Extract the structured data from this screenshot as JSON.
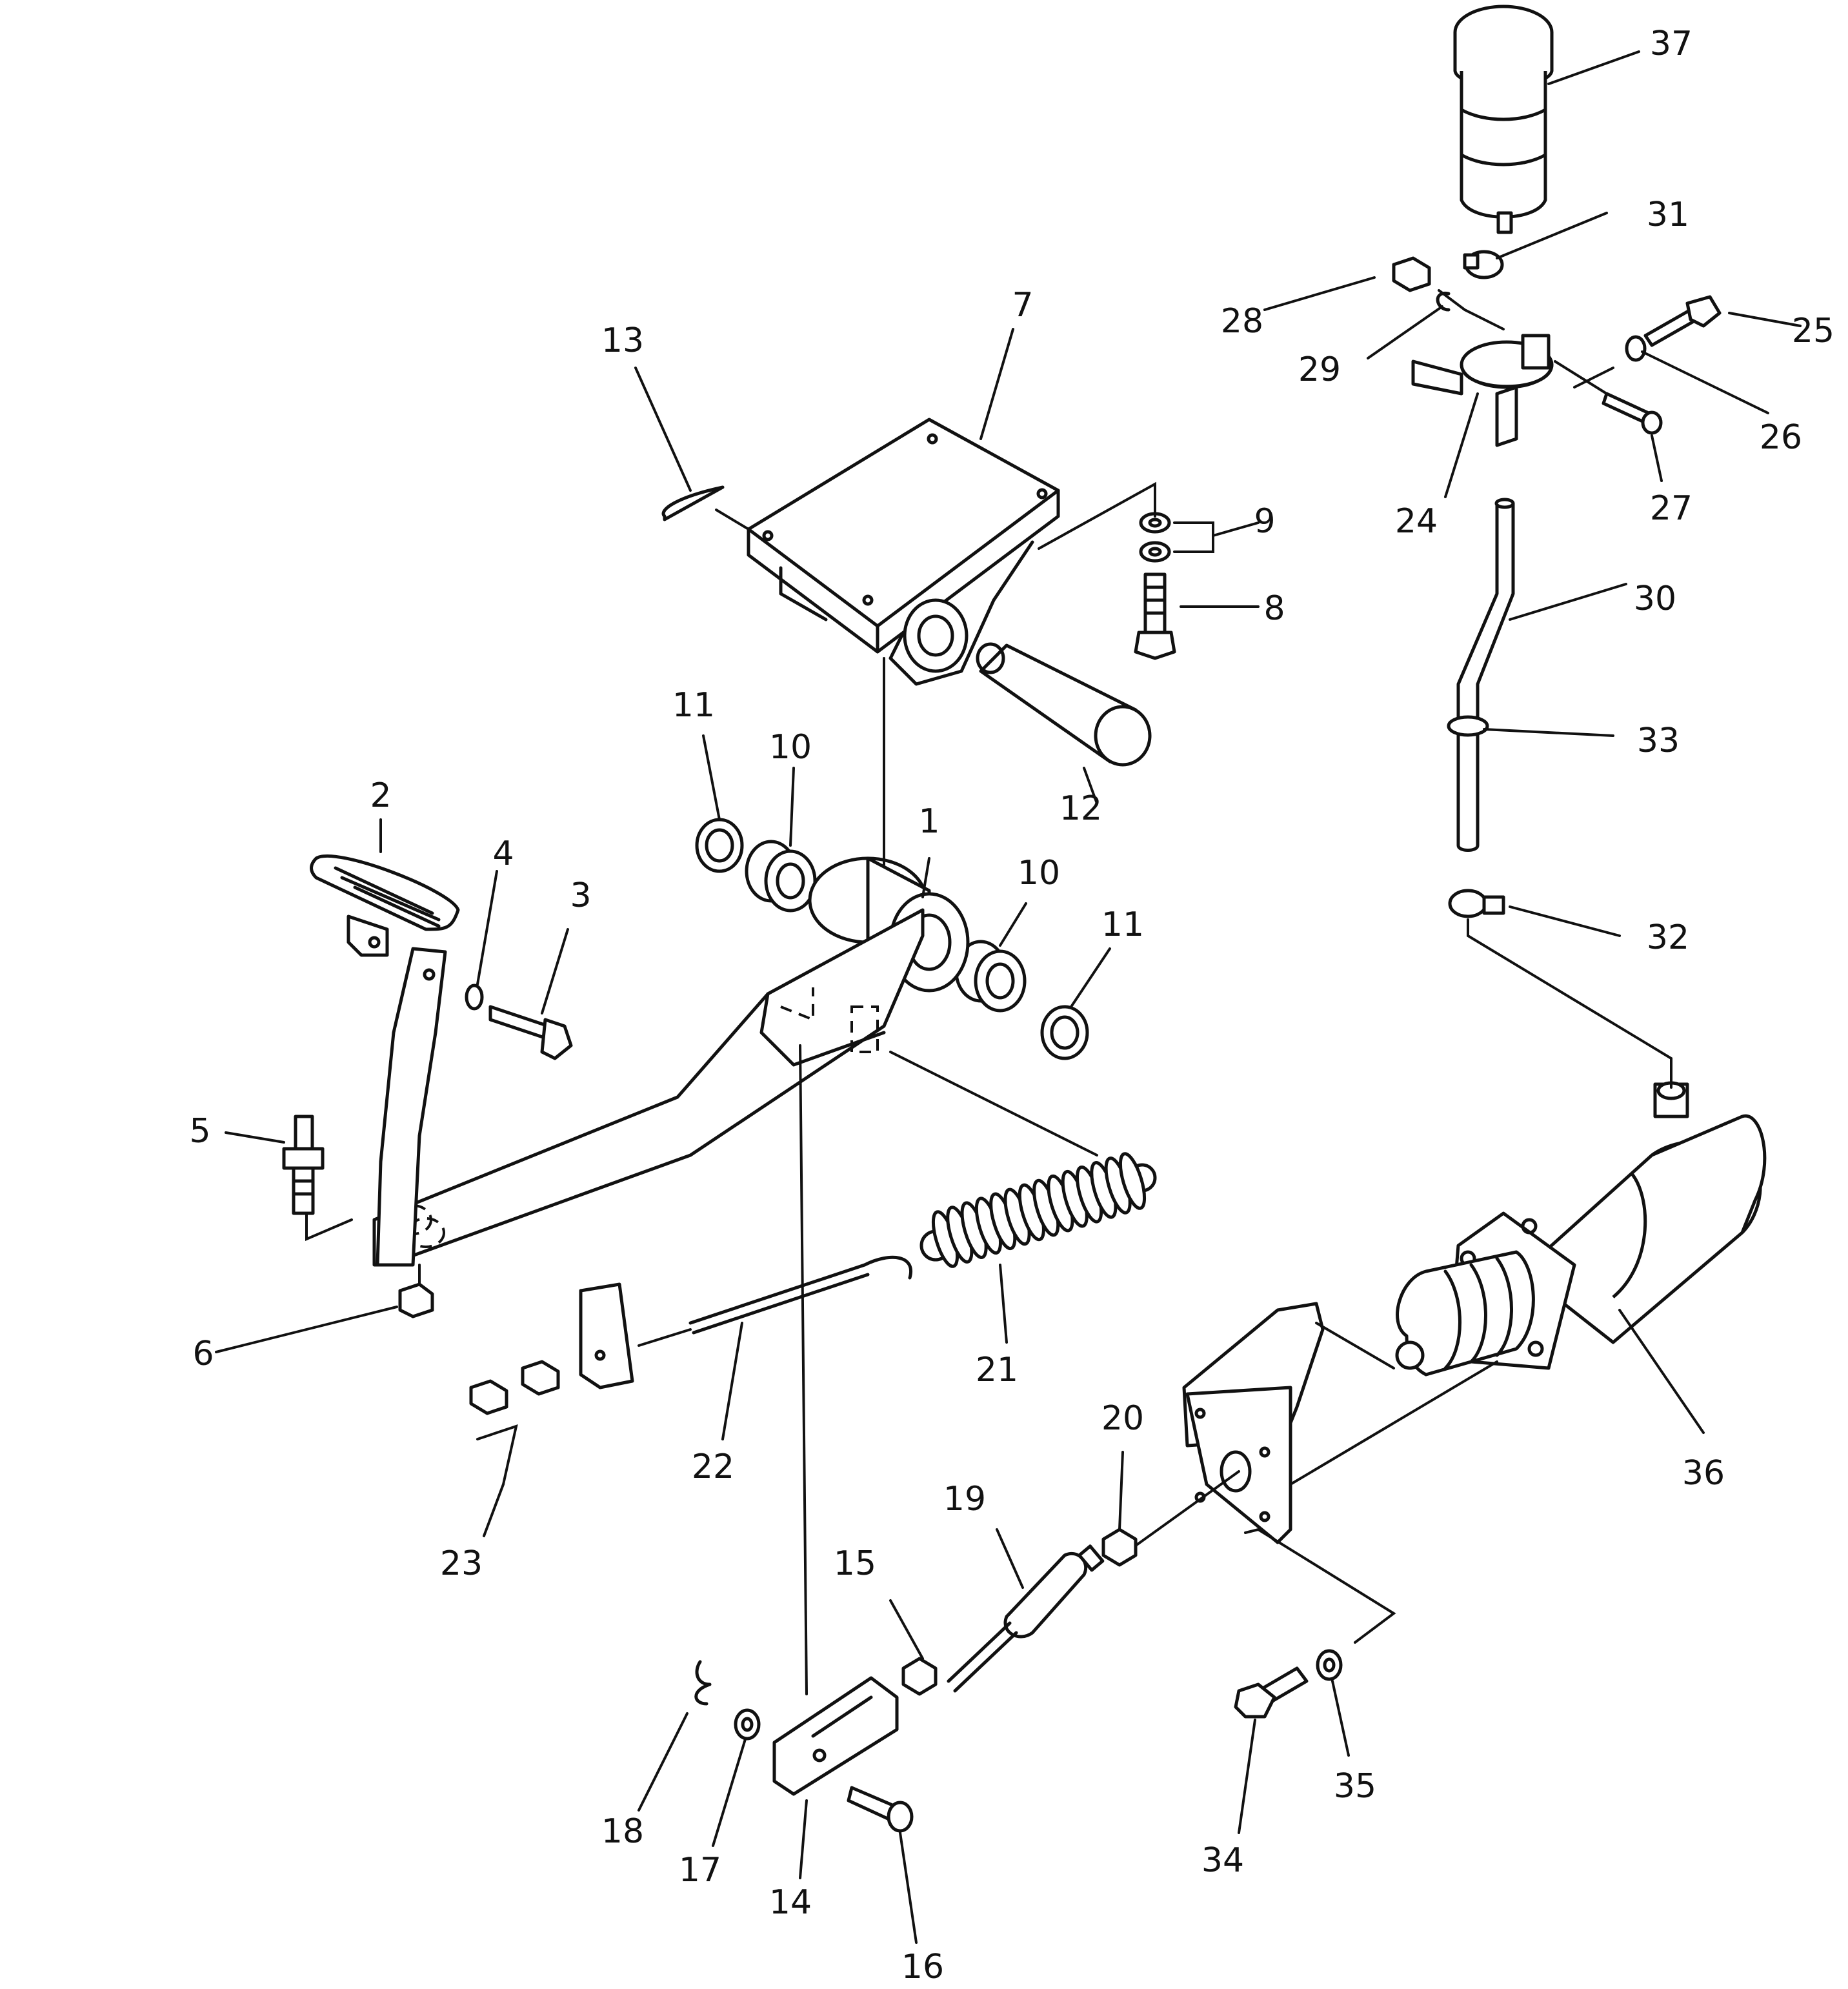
{
  "diagram": {
    "parts": [
      {
        "id": "p1",
        "number": "1"
      },
      {
        "id": "p2",
        "number": "2"
      },
      {
        "id": "p3",
        "number": "3"
      },
      {
        "id": "p4",
        "number": "4"
      },
      {
        "id": "p5",
        "number": "5"
      },
      {
        "id": "p6",
        "number": "6"
      },
      {
        "id": "p7",
        "number": "7"
      },
      {
        "id": "p8",
        "number": "8"
      },
      {
        "id": "p9",
        "number": "9"
      },
      {
        "id": "p10a",
        "number": "10"
      },
      {
        "id": "p10b",
        "number": "10"
      },
      {
        "id": "p11a",
        "number": "11"
      },
      {
        "id": "p11b",
        "number": "11"
      },
      {
        "id": "p12",
        "number": "12"
      },
      {
        "id": "p13",
        "number": "13"
      },
      {
        "id": "p14",
        "number": "14"
      },
      {
        "id": "p15",
        "number": "15"
      },
      {
        "id": "p16",
        "number": "16"
      },
      {
        "id": "p17",
        "number": "17"
      },
      {
        "id": "p18",
        "number": "18"
      },
      {
        "id": "p19",
        "number": "19"
      },
      {
        "id": "p20",
        "number": "20"
      },
      {
        "id": "p21",
        "number": "21"
      },
      {
        "id": "p22",
        "number": "22"
      },
      {
        "id": "p23",
        "number": "23"
      },
      {
        "id": "p24",
        "number": "24"
      },
      {
        "id": "p25",
        "number": "25"
      },
      {
        "id": "p26",
        "number": "26"
      },
      {
        "id": "p27",
        "number": "27"
      },
      {
        "id": "p28",
        "number": "28"
      },
      {
        "id": "p29",
        "number": "29"
      },
      {
        "id": "p30",
        "number": "30"
      },
      {
        "id": "p31",
        "number": "31"
      },
      {
        "id": "p32",
        "number": "32"
      },
      {
        "id": "p33",
        "number": "33"
      },
      {
        "id": "p34",
        "number": "34"
      },
      {
        "id": "p35",
        "number": "35"
      },
      {
        "id": "p36",
        "number": "36"
      },
      {
        "id": "p37",
        "number": "37"
      }
    ]
  }
}
